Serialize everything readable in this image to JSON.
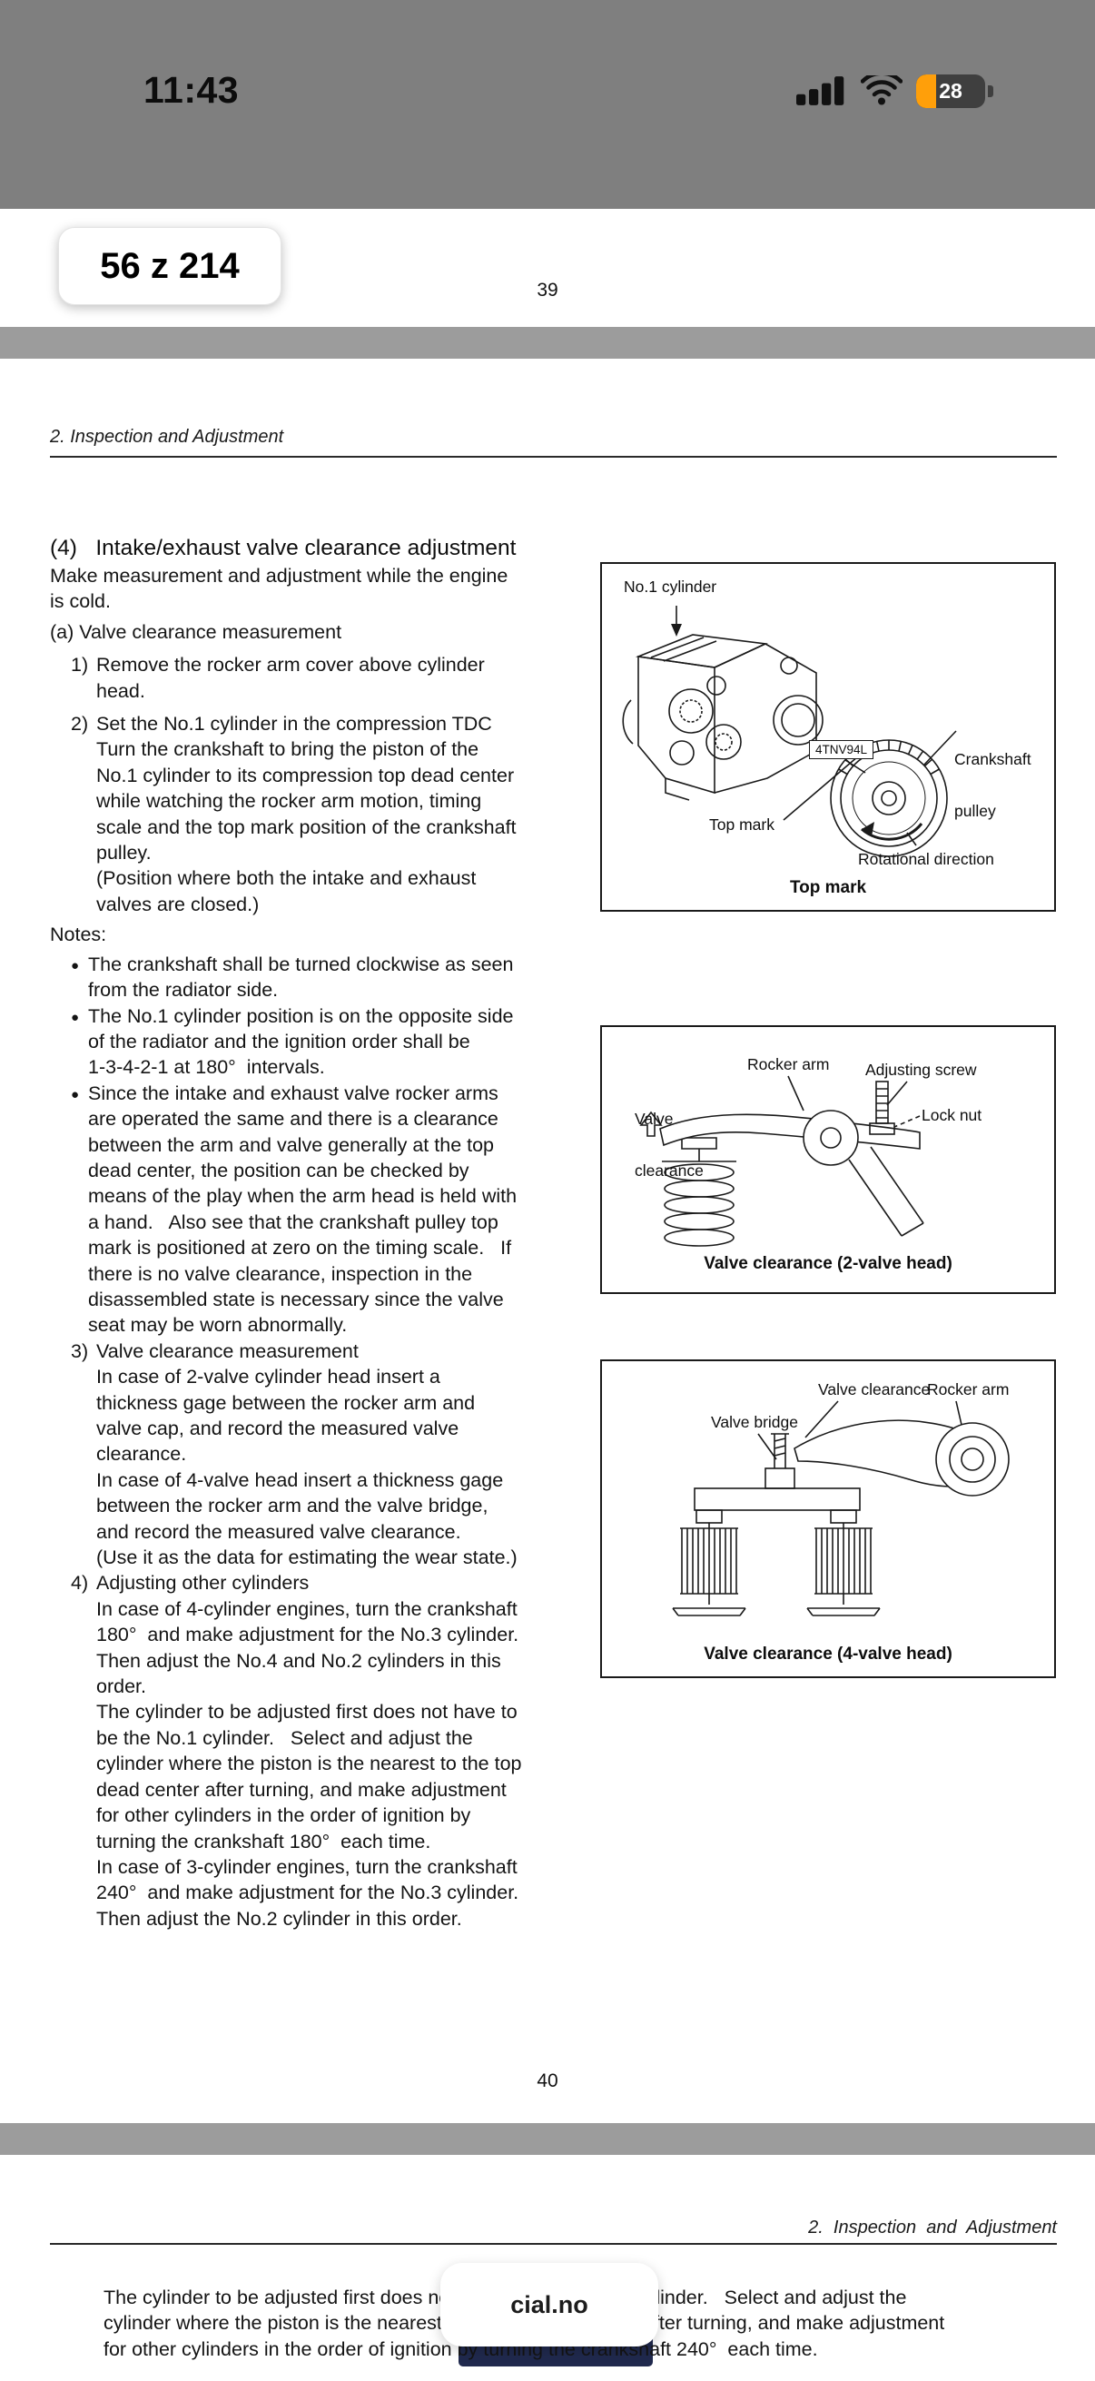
{
  "colors": {
    "status_bar_bg": "#7f7f7f",
    "page_gap": "#9c9c9c",
    "battery_fill": "#ff9f0a",
    "ad_button": "#20294d"
  },
  "status_bar": {
    "time": "11:43",
    "battery_percent": "28"
  },
  "reader": {
    "page_indicator": "56 z 214"
  },
  "page_top": {
    "page_number": "39"
  },
  "doc": {
    "header": "2. Inspection and Adjustment",
    "bullet_char": "●",
    "section_title": "(4)   Intake/exhaust valve clearance adjustment",
    "intro_lines": [
      "Make measurement and adjustment while the engine",
      "is cold."
    ],
    "sub_heading": "(a) Valve clearance measurement",
    "steps": [
      {
        "num": "1)",
        "lines": [
          "Remove the rocker arm cover above cylinder",
          "head."
        ]
      },
      {
        "num": "2)",
        "lines": [
          "Set the No.1 cylinder in the compression TDC",
          "Turn the crankshaft to bring the piston of the",
          "No.1 cylinder to its compression top dead center",
          "while watching the rocker arm motion, timing",
          "scale and the top mark position of the crankshaft",
          "pulley.",
          "(Position where both the intake and exhaust",
          "valves are closed.)"
        ]
      }
    ],
    "notes_label": "Notes:",
    "notes": [
      {
        "lines": [
          "The crankshaft shall be turned clockwise as seen",
          "from the radiator side."
        ]
      },
      {
        "lines": [
          "The No.1 cylinder position is on the opposite side",
          "of the radiator and the ignition order shall be",
          "1-3-4-2-1 at 180°  intervals."
        ]
      },
      {
        "lines": [
          "Since the intake and exhaust valve rocker arms",
          "are operated the same and there is a clearance",
          "between the arm and valve generally at the top",
          "dead center, the position can be checked by",
          "means of the play when the arm head is held with",
          "a hand.   Also see that the crankshaft pulley top",
          "mark is positioned at zero on the timing scale.   If",
          "there is no valve clearance, inspection in the",
          "disassembled state is necessary since the valve",
          "seat may be worn abnormally."
        ]
      }
    ],
    "steps2": [
      {
        "num": "3)",
        "lines": [
          "Valve clearance measurement",
          "In case of 2-valve cylinder head insert a",
          "thickness gage between the rocker arm and",
          "valve cap, and record the measured valve",
          "clearance.",
          "In case of 4-valve head insert a thickness gage",
          "between the rocker arm and the valve bridge,",
          "and record the measured valve clearance.",
          "(Use it as the data for estimating the wear state.)"
        ]
      },
      {
        "num": "4)",
        "lines": [
          "Adjusting other cylinders",
          "In case of 4-cylinder engines, turn the crankshaft",
          "180°  and make adjustment for the No.3 cylinder.",
          "Then adjust the No.4 and No.2 cylinders in this",
          "order.",
          "The cylinder to be adjusted first does not have to",
          "be the No.1 cylinder.   Select and adjust the",
          "cylinder where the piston is the nearest to the top",
          "dead center after turning, and make adjustment",
          "for other cylinders in the order of ignition by",
          "turning the crankshaft 180°  each time.",
          "In case of 3-cylinder engines, turn the crankshaft",
          "240°  and make adjustment for the No.3 cylinder.",
          "Then adjust the No.2 cylinder in this order."
        ]
      }
    ],
    "page_number": "40"
  },
  "figures": {
    "fig1": {
      "caption": "Top mark",
      "labels": {
        "no1_cylinder": "No.1 cylinder",
        "model": "4TNV94L",
        "crankshaft_line1": "Crankshaft",
        "crankshaft_line2": "pulley",
        "top_mark": "Top mark",
        "rotational_direction": "Rotational direction"
      }
    },
    "fig2": {
      "caption": "Valve clearance (2-valve head)",
      "labels": {
        "rocker_arm": "Rocker arm",
        "adjusting_screw": "Adjusting screw",
        "valve_line1": "Valve",
        "valve_line2": "clearance",
        "lock_nut": "Lock nut"
      }
    },
    "fig3": {
      "caption": "Valve clearance (4-valve head)",
      "labels": {
        "valve_clearance": "Valve clearance",
        "rocker_arm": "Rocker arm",
        "valve_bridge": "Valve bridge"
      }
    }
  },
  "next_page": {
    "header": "2.  Inspection  and  Adjustment",
    "para_lines": [
      "The cylinder to be adjusted first does not have to be the No.1 cylinder.   Select and adjust the",
      "cylinder where the piston is the nearest to the top dead center after turning, and make adjustment",
      "for other cylinders in the order of ignition by turning the crankshaft 240°  each time."
    ]
  },
  "overlay": {
    "text": "cial.no"
  }
}
